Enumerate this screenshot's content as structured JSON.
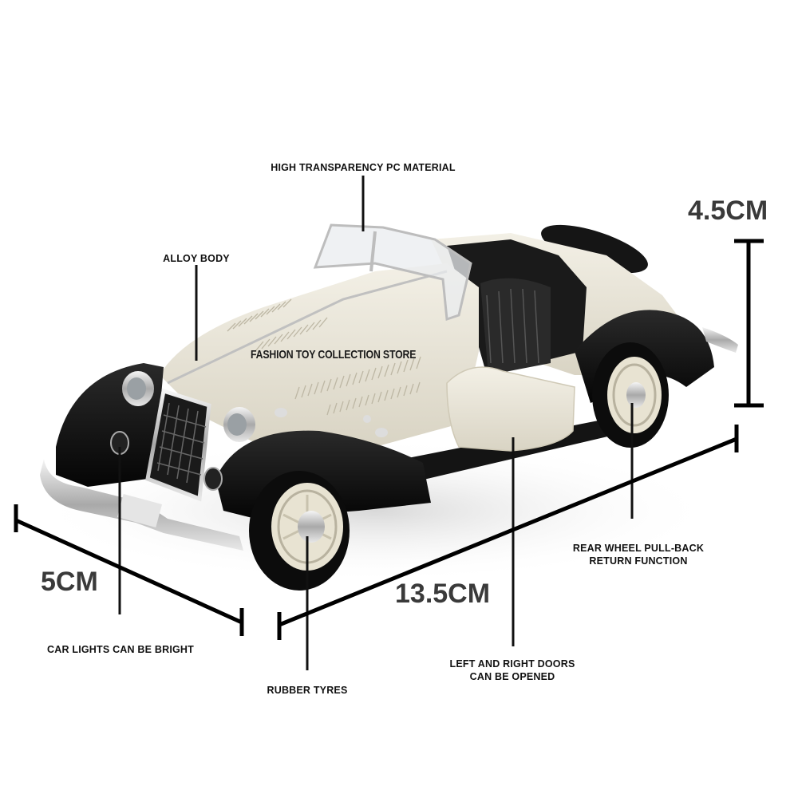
{
  "image": {
    "subject": "Vintage roadster toy car (cream body, black fenders), die-cast model",
    "background_color": "#ffffff",
    "body_color": "#ece8dc",
    "fender_color": "#111111",
    "chrome_color": "#c9c9c9"
  },
  "watermark": {
    "text": "FASHION TOY COLLECTION STORE"
  },
  "callouts": {
    "windshield": "HIGH TRANSPARENCY PC MATERIAL",
    "body": "ALLOY BODY",
    "rear_wheel_line1": "REAR WHEEL PULL-BACK",
    "rear_wheel_line2": "RETURN FUNCTION",
    "lights": "CAR LIGHTS CAN BE BRIGHT",
    "tyres": "RUBBER TYRES",
    "doors_line1": "LEFT AND RIGHT DOORS",
    "doors_line2": "CAN BE OPENED"
  },
  "dimensions": {
    "height": "4.5CM",
    "width": "5CM",
    "length": "13.5CM"
  }
}
